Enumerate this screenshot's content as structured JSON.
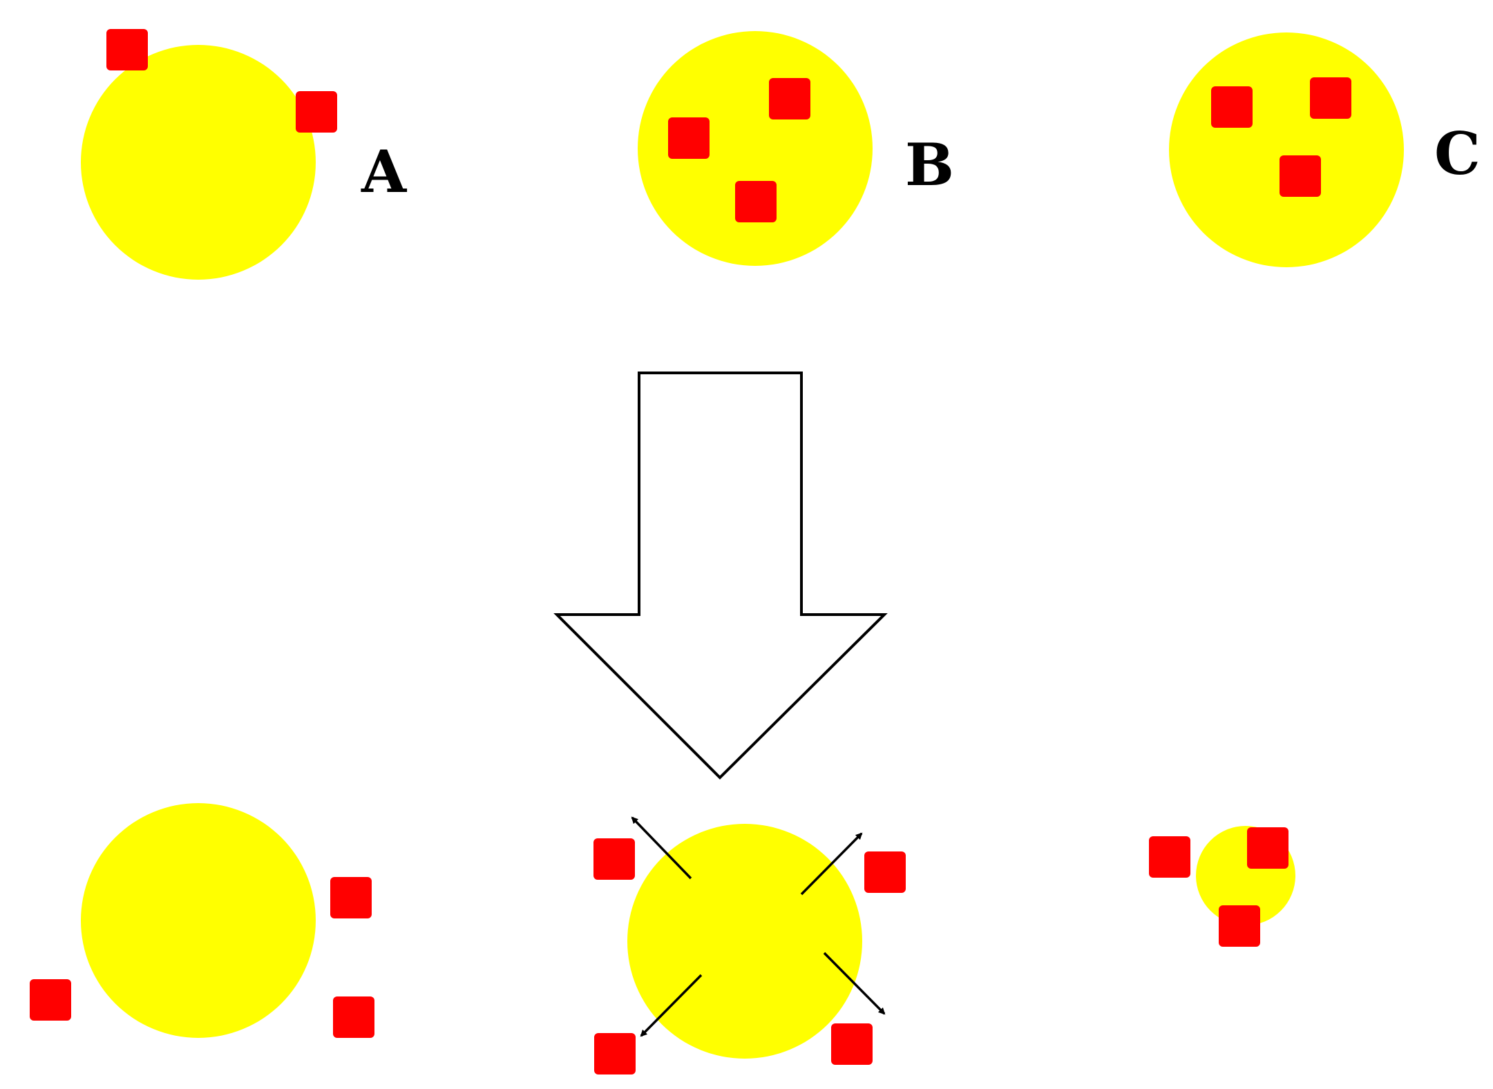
{
  "labels": {
    "a": "A",
    "b": "B",
    "c": "C"
  },
  "colors": {
    "particle": "#ffff00",
    "block": "#ff0000",
    "outline": "#000000",
    "background": "#ffffff"
  },
  "icons": {
    "arrow": "down-arrow-icon",
    "expansion": "outward-arrow-icon"
  }
}
